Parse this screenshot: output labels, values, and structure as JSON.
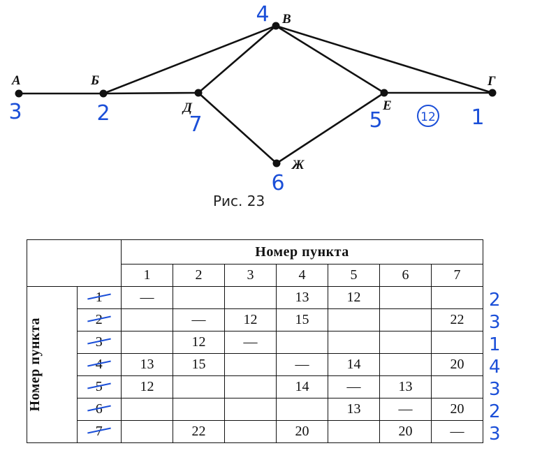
{
  "figure": {
    "caption": "Рис. 23",
    "nodes": [
      {
        "id": "A",
        "label": "А",
        "hand": "3"
      },
      {
        "id": "B",
        "label": "Б",
        "hand": "2"
      },
      {
        "id": "V",
        "label": "В",
        "hand": "4"
      },
      {
        "id": "G",
        "label": "Г",
        "hand": "1"
      },
      {
        "id": "D",
        "label": "Д",
        "hand": "7"
      },
      {
        "id": "E",
        "label": "Е",
        "hand": "5"
      },
      {
        "id": "Zh",
        "label": "Ж",
        "hand": "6"
      }
    ],
    "edges": [
      [
        "A",
        "B"
      ],
      [
        "B",
        "D"
      ],
      [
        "B",
        "V"
      ],
      [
        "D",
        "V"
      ],
      [
        "D",
        "Zh"
      ],
      [
        "V",
        "E"
      ],
      [
        "Zh",
        "E"
      ],
      [
        "V",
        "G"
      ],
      [
        "E",
        "G"
      ]
    ],
    "circled_note": "12"
  },
  "table": {
    "title": "Номер пункта",
    "side_title": "Номер пункта",
    "columns": [
      "1",
      "2",
      "3",
      "4",
      "5",
      "6",
      "7"
    ],
    "rows": [
      {
        "num": "1",
        "cells": [
          "—",
          "",
          "",
          "13",
          "12",
          "",
          ""
        ],
        "note": "2"
      },
      {
        "num": "2",
        "cells": [
          "",
          "—",
          "12",
          "15",
          "",
          "",
          "22"
        ],
        "note": "3"
      },
      {
        "num": "3",
        "cells": [
          "",
          "12",
          "—",
          "",
          "",
          "",
          ""
        ],
        "note": "1"
      },
      {
        "num": "4",
        "cells": [
          "13",
          "15",
          "",
          "—",
          "14",
          "",
          "20"
        ],
        "note": "4"
      },
      {
        "num": "5",
        "cells": [
          "12",
          "",
          "",
          "14",
          "—",
          "13",
          ""
        ],
        "note": "3"
      },
      {
        "num": "6",
        "cells": [
          "",
          "",
          "",
          "",
          "13",
          "—",
          "20"
        ],
        "note": "2"
      },
      {
        "num": "7",
        "cells": [
          "",
          "22",
          "",
          "20",
          "",
          "20",
          "—"
        ],
        "note": "3"
      }
    ]
  },
  "colors": {
    "ink": "#111111",
    "pen": "#1b4fd8"
  }
}
